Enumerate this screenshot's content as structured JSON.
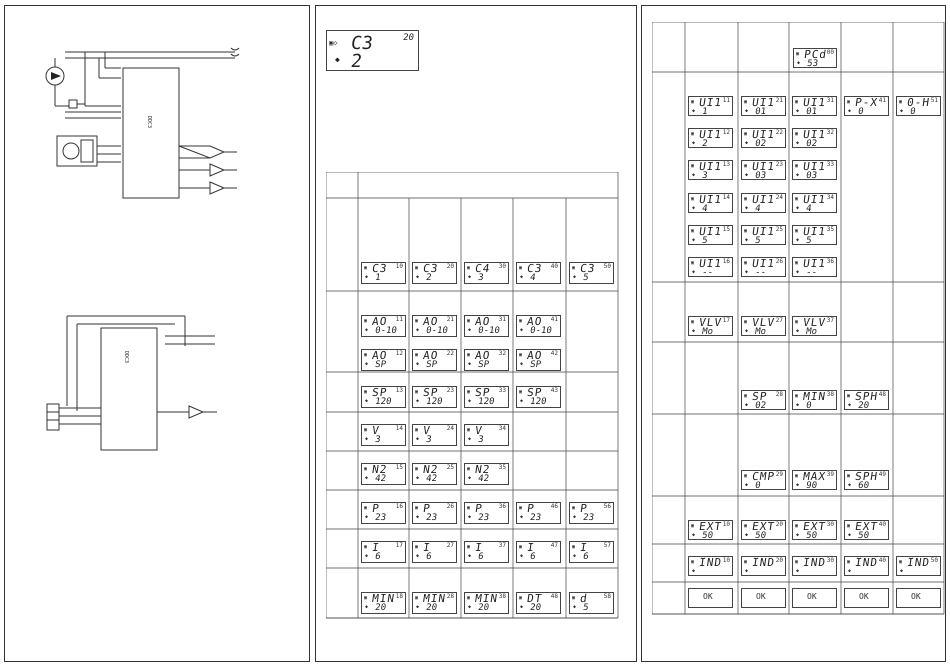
{
  "chip_label": "DDC3",
  "top_display": {
    "main": "C3",
    "mode_value": "2",
    "right": "20"
  },
  "middle_rows": [
    [
      {
        "b": "C3",
        "s": "1",
        "n": "10"
      },
      {
        "b": "C3",
        "s": "2",
        "n": "20"
      },
      {
        "b": "C4",
        "s": "3",
        "n": "30"
      },
      {
        "b": "C3",
        "s": "4",
        "n": "40"
      },
      {
        "b": "C3",
        "s": "5",
        "n": "50"
      }
    ],
    [
      {
        "b": "AO",
        "s": "0-10",
        "n": "11"
      },
      {
        "b": "AO",
        "s": "0-10",
        "n": "21"
      },
      {
        "b": "AO",
        "s": "0-10",
        "n": "31"
      },
      {
        "b": "AO",
        "s": "0-10",
        "n": "41"
      }
    ],
    [
      {
        "b": "AO",
        "s": "SP",
        "n": "12"
      },
      {
        "b": "AO",
        "s": "SP",
        "n": "22"
      },
      {
        "b": "AO",
        "s": "SP",
        "n": "32"
      },
      {
        "b": "AO",
        "s": "SP",
        "n": "42"
      }
    ],
    [
      {
        "b": "SP",
        "s": "120",
        "n": "13"
      },
      {
        "b": "SP",
        "s": "120",
        "n": "23"
      },
      {
        "b": "SP",
        "s": "120",
        "n": "33"
      },
      {
        "b": "SP",
        "s": "120",
        "n": "43"
      }
    ],
    [
      {
        "b": "V",
        "s": "3",
        "n": "14"
      },
      {
        "b": "V",
        "s": "3",
        "n": "24"
      },
      {
        "b": "V",
        "s": "3",
        "n": "34"
      }
    ],
    [
      {
        "b": "N2",
        "s": "42",
        "n": "15"
      },
      {
        "b": "N2",
        "s": "42",
        "n": "25"
      },
      {
        "b": "N2",
        "s": "42",
        "n": "35"
      }
    ],
    [
      {
        "b": "P",
        "s": "23",
        "n": "16"
      },
      {
        "b": "P",
        "s": "23",
        "n": "26"
      },
      {
        "b": "P",
        "s": "23",
        "n": "36"
      },
      {
        "b": "P",
        "s": "23",
        "n": "46"
      },
      {
        "b": "P",
        "s": "23",
        "n": "56"
      }
    ],
    [
      {
        "b": "I",
        "s": "6",
        "n": "17"
      },
      {
        "b": "I",
        "s": "6",
        "n": "27"
      },
      {
        "b": "I",
        "s": "6",
        "n": "37"
      },
      {
        "b": "I",
        "s": "6",
        "n": "47"
      },
      {
        "b": "I",
        "s": "6",
        "n": "57"
      }
    ],
    [
      {
        "b": "MIN",
        "s": "20",
        "n": "18"
      },
      {
        "b": "MIN",
        "s": "20",
        "n": "28"
      },
      {
        "b": "MIN",
        "s": "20",
        "n": "38"
      },
      {
        "b": "DT",
        "s": "20",
        "n": "48"
      },
      {
        "b": "d",
        "s": "5",
        "n": "58"
      }
    ]
  ],
  "right_top": {
    "b": "PCd",
    "s": "53",
    "n": "00"
  },
  "right_rows": [
    [
      {
        "b": "UI1",
        "s": "1",
        "n": "11"
      },
      {
        "b": "UI1",
        "s": "01",
        "n": "21"
      },
      {
        "b": "UI1",
        "s": "01",
        "n": "31"
      },
      {
        "b": "P-X",
        "s": "0",
        "n": "41"
      },
      {
        "b": "0-H",
        "s": "0",
        "n": "51"
      }
    ],
    [
      {
        "b": "UI1",
        "s": "2",
        "n": "12"
      },
      {
        "b": "UI1",
        "s": "02",
        "n": "22"
      },
      {
        "b": "UI1",
        "s": "02",
        "n": "32"
      }
    ],
    [
      {
        "b": "UI1",
        "s": "3",
        "n": "13"
      },
      {
        "b": "UI1",
        "s": "03",
        "n": "23"
      },
      {
        "b": "UI1",
        "s": "03",
        "n": "33"
      }
    ],
    [
      {
        "b": "UI1",
        "s": "4",
        "n": "14"
      },
      {
        "b": "UI1",
        "s": "4",
        "n": "24"
      },
      {
        "b": "UI1",
        "s": "4",
        "n": "34"
      }
    ],
    [
      {
        "b": "UI1",
        "s": "5",
        "n": "15"
      },
      {
        "b": "UI1",
        "s": "5",
        "n": "25"
      },
      {
        "b": "UI1",
        "s": "5",
        "n": "35"
      }
    ],
    [
      {
        "b": "UI1",
        "s": "--",
        "n": "16"
      },
      {
        "b": "UI1",
        "s": "--",
        "n": "26"
      },
      {
        "b": "UI1",
        "s": "--",
        "n": "36"
      }
    ],
    [
      {
        "b": "VLV",
        "s": "Mo",
        "n": "17"
      },
      {
        "b": "VLV",
        "s": "Mo",
        "n": "27"
      },
      {
        "b": "VLV",
        "s": "Mo",
        "n": "37"
      }
    ],
    [
      {
        "b": "SP",
        "s": "02",
        "n": "28"
      },
      {
        "b": "MIN",
        "s": "0",
        "n": "38"
      },
      {
        "b": "SPH",
        "s": "20",
        "n": "48"
      }
    ],
    [
      {
        "b": "CMP",
        "s": "0",
        "n": "29"
      },
      {
        "b": "MAX",
        "s": "90",
        "n": "39"
      },
      {
        "b": "SPH",
        "s": "60",
        "n": "49"
      }
    ],
    [
      {
        "b": "EXT",
        "s": "50",
        "n": "10"
      },
      {
        "b": "EXT",
        "s": "50",
        "n": "20"
      },
      {
        "b": "EXT",
        "s": "50",
        "n": "30"
      },
      {
        "b": "EXT",
        "s": "50",
        "n": "40"
      }
    ],
    [
      {
        "b": "ÎND",
        "s": "",
        "n": "10"
      },
      {
        "b": "ÎND",
        "s": "",
        "n": "20"
      },
      {
        "b": "ÎND",
        "s": "",
        "n": "30"
      },
      {
        "b": "ÎND",
        "s": "",
        "n": "40"
      },
      {
        "b": "ÎND",
        "s": "",
        "n": "50"
      }
    ],
    [
      {
        "ok": "OK"
      },
      {
        "ok": "OK"
      },
      {
        "ok": "OK"
      },
      {
        "ok": "OK"
      },
      {
        "ok": "OK"
      }
    ]
  ]
}
